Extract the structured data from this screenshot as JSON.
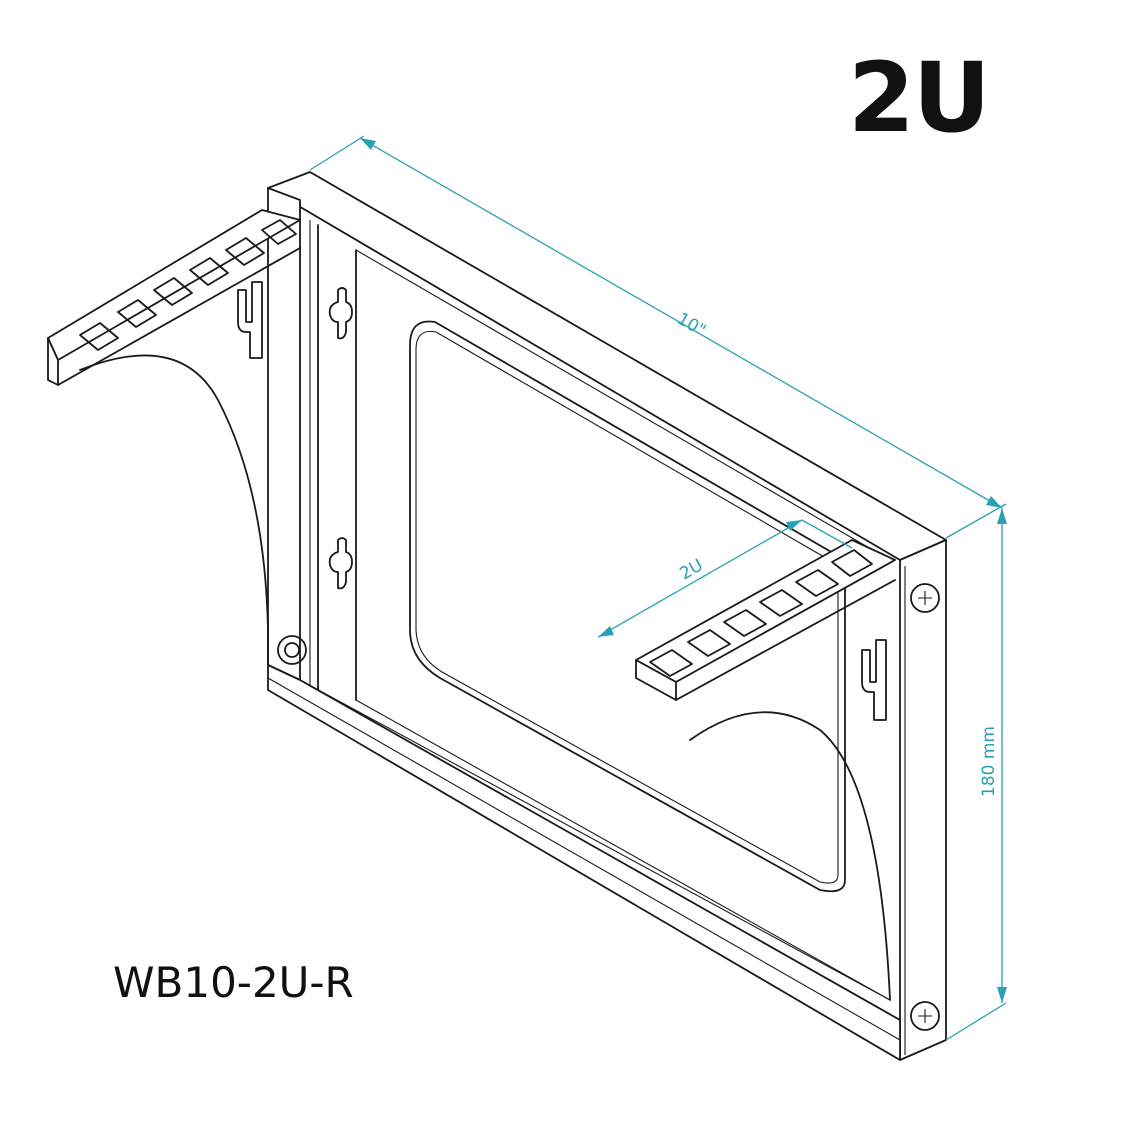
{
  "size_label": "2U",
  "model": "WB10-2U-R",
  "dimensions": {
    "width": "10\"",
    "height": "180 mm",
    "shelf": "2U"
  },
  "colors": {
    "line": "#1a1a1a",
    "dimension": "#2aa0b4",
    "background": "#ffffff"
  }
}
